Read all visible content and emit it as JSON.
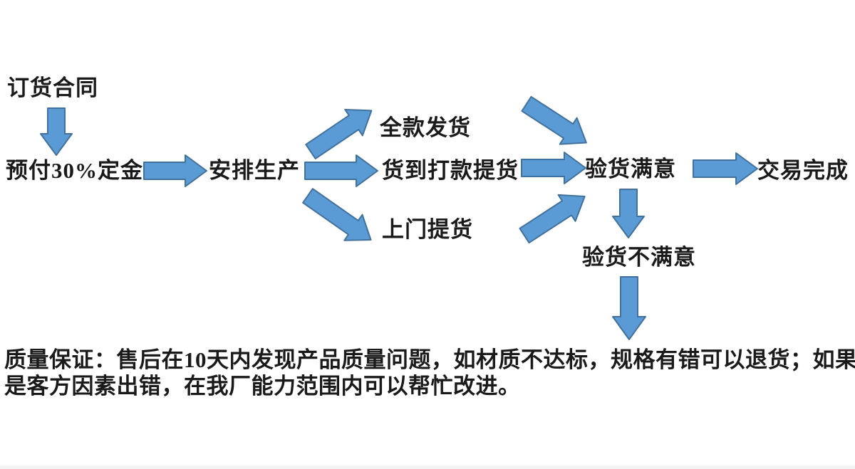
{
  "colors": {
    "arrow_fill": "#5B9BD5",
    "arrow_stroke": "#41719C",
    "text_color": "#1a1a1a",
    "bg_color": "#ffffff"
  },
  "flowchart": {
    "nodes": {
      "order_contract": "订货合同",
      "deposit": "预付30%定金",
      "arrange_production": "安排生产",
      "full_payment_ship": "全款发货",
      "pay_on_delivery_pickup": "货到打款提货",
      "door_pickup": "上门提货",
      "inspection_satisfied": "验货满意",
      "deal_complete": "交易完成",
      "inspection_unsatisfied": "验货不满意"
    },
    "edges": [
      {
        "from": "订货合同",
        "to": "预付30%定金",
        "direction": "down"
      },
      {
        "from": "预付30%定金",
        "to": "安排生产",
        "direction": "right"
      },
      {
        "from": "安排生产",
        "to": "全款发货",
        "direction": "up-right"
      },
      {
        "from": "安排生产",
        "to": "货到打款提货",
        "direction": "right"
      },
      {
        "from": "安排生产",
        "to": "上门提货",
        "direction": "down-right"
      },
      {
        "from": "全款发货",
        "to": "验货满意",
        "direction": "down-right"
      },
      {
        "from": "货到打款提货",
        "to": "验货满意",
        "direction": "right"
      },
      {
        "from": "上门提货",
        "to": "验货满意",
        "direction": "up-right"
      },
      {
        "from": "验货满意",
        "to": "交易完成",
        "direction": "right"
      },
      {
        "from": "验货满意",
        "to": "验货不满意",
        "direction": "down"
      },
      {
        "from": "验货不满意",
        "to": "质量保证说明",
        "direction": "down"
      }
    ],
    "note_lines": {
      "line1": "质量保证：售后在10天内发现产品质量问题，如材质不达标，规格有错可以退货；如果",
      "line2": "是客方因素出错，在我厂能力范围内可以帮忙改进。"
    }
  }
}
